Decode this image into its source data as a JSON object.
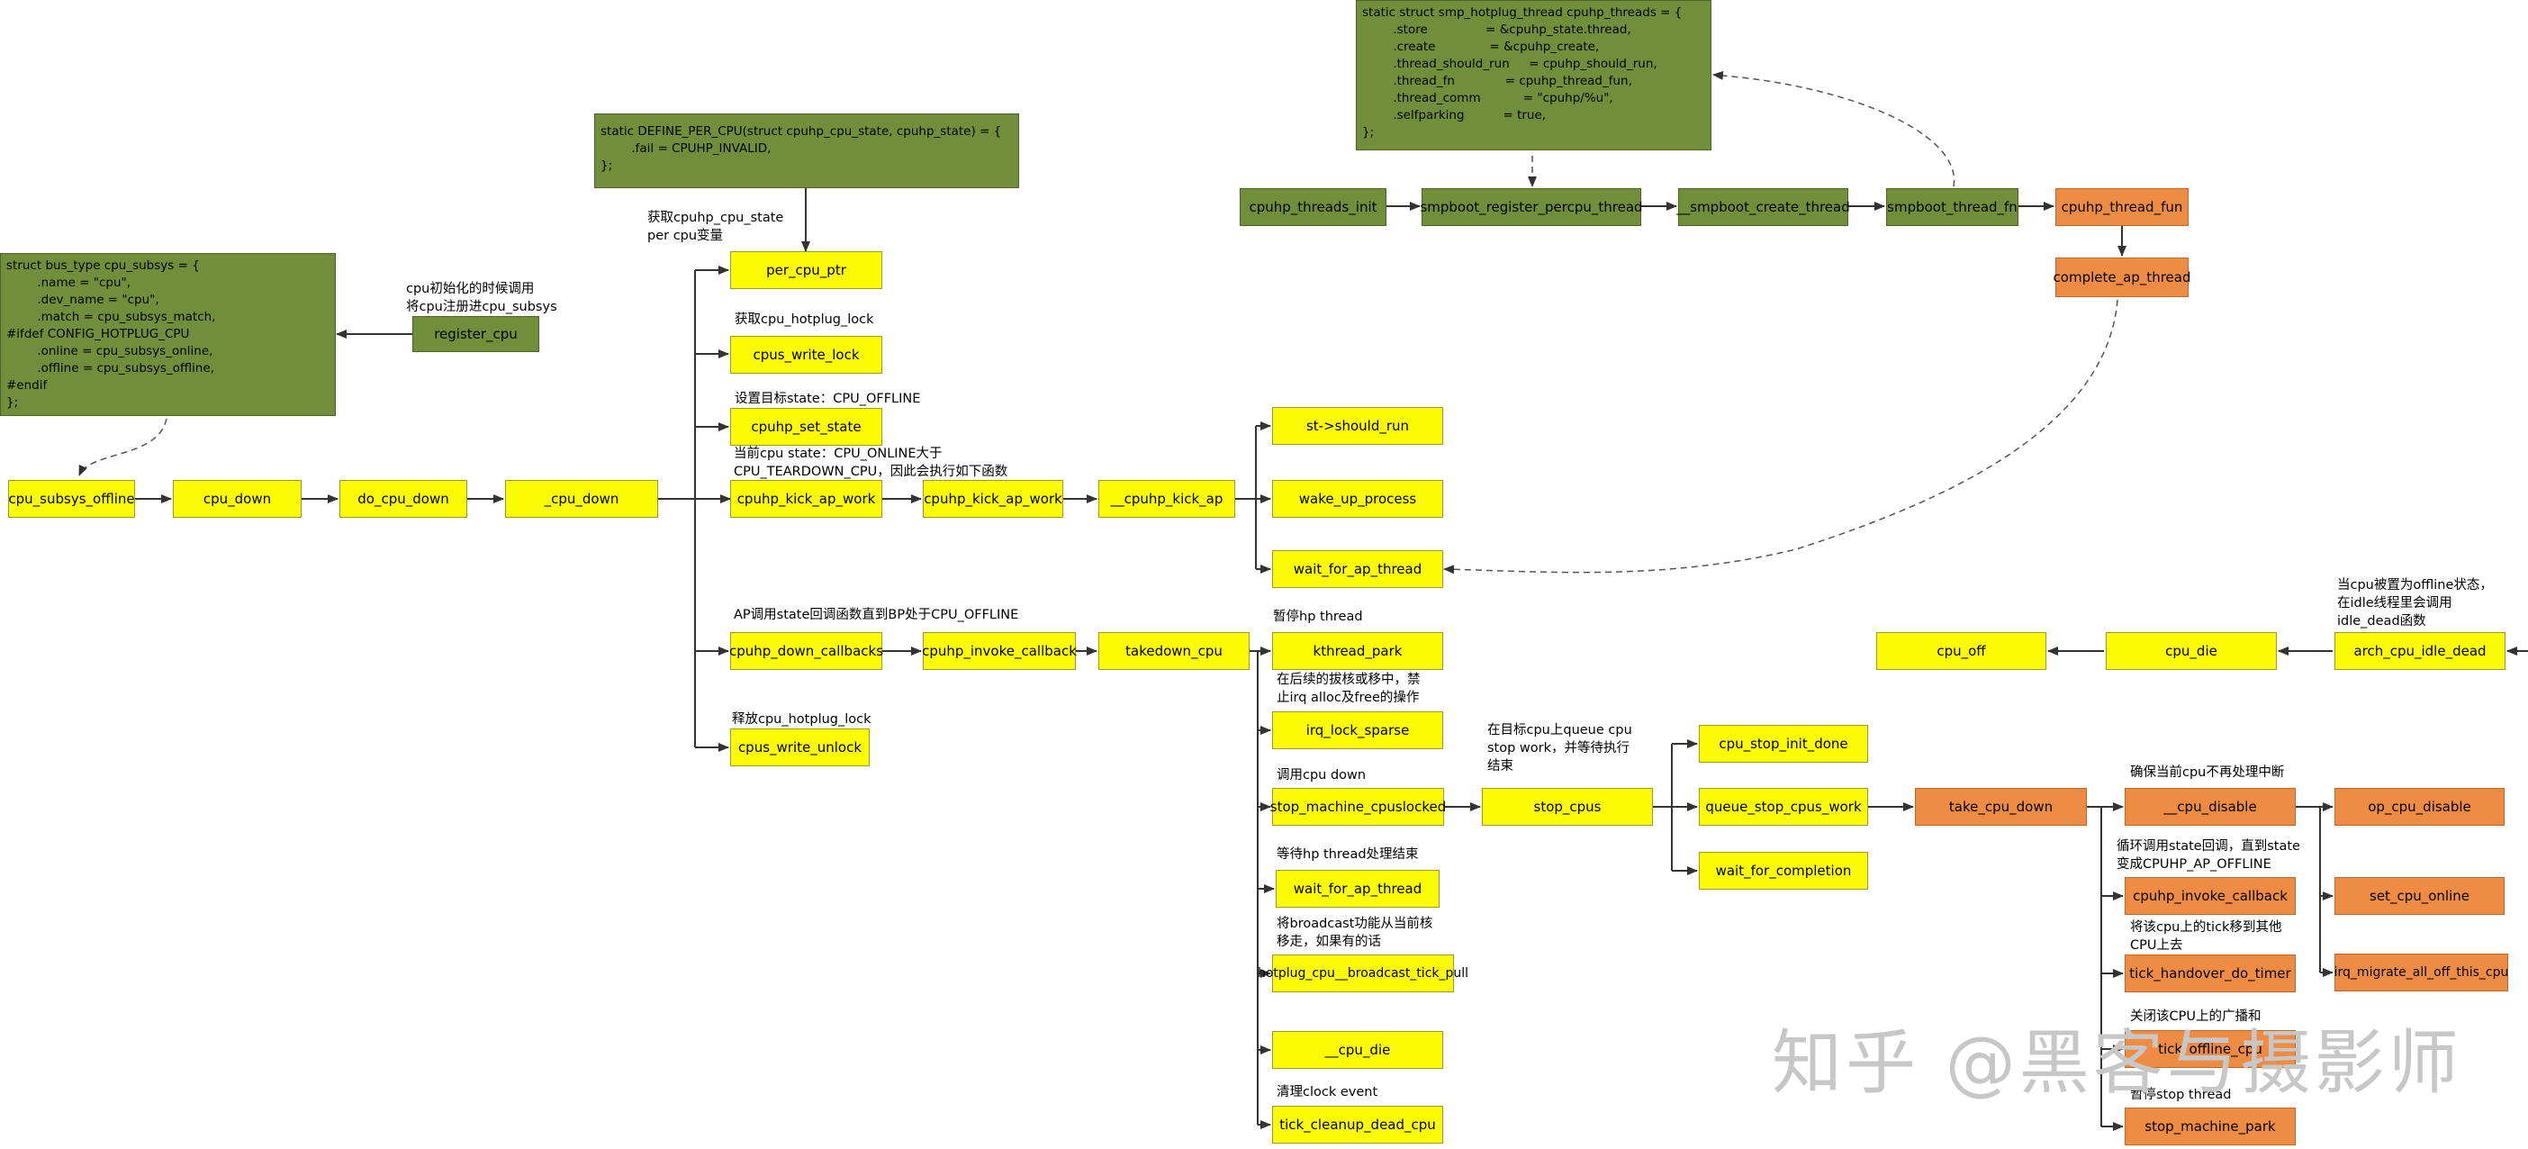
{
  "code_blocks": {
    "cpu_subsys": "struct bus_type cpu_subsys = {\n        .name = \"cpu\",\n        .dev_name = \"cpu\",\n        .match = cpu_subsys_match,\n#ifdef CONFIG_HOTPLUG_CPU\n        .online = cpu_subsys_online,\n        .offline = cpu_subsys_offline,\n#endif\n};",
    "per_cpu": "static DEFINE_PER_CPU(struct cpuhp_cpu_state, cpuhp_state) = {\n        .fail = CPUHP_INVALID,\n};",
    "hotplug_thread": "static struct smp_hotplug_thread cpuhp_threads = {\n        .store               = &cpuhp_state.thread,\n        .create              = &cpuhp_create,\n        .thread_should_run     = cpuhp_should_run,\n        .thread_fn             = cpuhp_thread_fun,\n        .thread_comm           = \"cpuhp/%u\",\n        .selfparking          = true,\n};"
  },
  "nodes": {
    "register_cpu": "register_cpu",
    "cpu_subsys_offline": "cpu_subsys_offline",
    "cpu_down": "cpu_down",
    "do_cpu_down": "do_cpu_down",
    "_cpu_down": "_cpu_down",
    "per_cpu_ptr": "per_cpu_ptr",
    "cpus_write_lock": "cpus_write_lock",
    "cpuhp_set_state": "cpuhp_set_state",
    "cpuhp_kick_ap_work_1": "cpuhp_kick_ap_work",
    "cpuhp_kick_ap_work_2": "cpuhp_kick_ap_work",
    "__cpuhp_kick_ap": "__cpuhp_kick_ap",
    "st_should_run": "st->should_run",
    "wake_up_process": "wake_up_process",
    "wait_for_ap_thread_1": "wait_for_ap_thread",
    "cpuhp_down_callbacks": "cpuhp_down_callbacks",
    "cpuhp_invoke_callback_1": "cpuhp_invoke_callback",
    "takedown_cpu": "takedown_cpu",
    "cpus_write_unlock": "cpus_write_unlock",
    "kthread_park": "kthread_park",
    "irq_lock_sparse": "irq_lock_sparse",
    "stop_machine_cpuslocked": "stop_machine_cpuslocked",
    "wait_for_ap_thread_2": "wait_for_ap_thread",
    "hotplug_cpu_broadcast": "hotplug_cpu__broadcast_tick_pull",
    "__cpu_die": "__cpu_die",
    "tick_cleanup_dead_cpu": "tick_cleanup_dead_cpu",
    "stop_cpus": "stop_cpus",
    "cpu_stop_init_done": "cpu_stop_init_done",
    "queue_stop_cpus_work": "queue_stop_cpus_work",
    "wait_for_completion": "wait_for_completion",
    "take_cpu_down": "take_cpu_down",
    "__cpu_disable": "__cpu_disable",
    "op_cpu_disable": "op_cpu_disable",
    "cpuhp_invoke_callback_2": "cpuhp_invoke_callback",
    "set_cpu_online": "set_cpu_online",
    "tick_handover_do_timer": "tick_handover_do_timer",
    "irq_migrate_all_off_this_cpu": "irq_migrate_all_off_this_cpu",
    "tick_offline_cpu": "tick_offline_cpu",
    "stop_machine_park": "stop_machine_park",
    "cpu_off": "cpu_off",
    "cpu_die": "cpu_die",
    "arch_cpu_idle_dead": "arch_cpu_idle_dead",
    "cpuhp_threads_init": "cpuhp_threads_init",
    "smpboot_register_percpu_thread": "smpboot_register_percpu_thread",
    "__smpboot_create_thread": "__smpboot_create_thread",
    "smpboot_thread_fn": "smpboot_thread_fn",
    "cpuhp_thread_fun": "cpuhp_thread_fun",
    "complete_ap_thread": "complete_ap_thread"
  },
  "notes": {
    "register_cpu_note": "cpu初始化的时候调用\n将cpu注册进cpu_subsys",
    "per_cpu_ptr_note": "获取cpuhp_cpu_state\nper cpu变量",
    "lock_note": "获取cpu_hotplug_lock",
    "set_state_note": "设置目标state：CPU_OFFLINE",
    "kick_note": "当前cpu state：CPU_ONLINE大于\nCPU_TEARDOWN_CPU，因此会执行如下函数",
    "down_cb_note": "AP调用state回调函数直到BP处于CPU_OFFLINE",
    "unlock_note": "释放cpu_hotplug_lock",
    "park_note": "暂停hp thread",
    "irq_note": "在后续的拔核或移中，禁\n止irq alloc及free的操作",
    "stop_machine_note": "调用cpu down",
    "wait_ap_note": "等待hp thread处理结束",
    "broadcast_note": "将broadcast功能从当前核\n移走，如果有的话",
    "tick_cleanup_note": "清理clock event",
    "stop_cpus_note": "在目标cpu上queue cpu\nstop work，并等待执行\n结束",
    "cpu_disable_note": "确保当前cpu不再处理中断",
    "invoke_note": "循环调用state回调，直到state\n变成CPUHP_AP_OFFLINE",
    "handover_note": "将该cpu上的tick移到其他\nCPU上去",
    "tick_offline_note": "关闭该CPU上的广播和",
    "stop_park_note": "暂停stop thread",
    "idle_dead_note": "当cpu被置为offline状态，\n在idle线程里会调用\nidle_dead函数"
  },
  "watermark": "知乎 @黑客与摄影师"
}
